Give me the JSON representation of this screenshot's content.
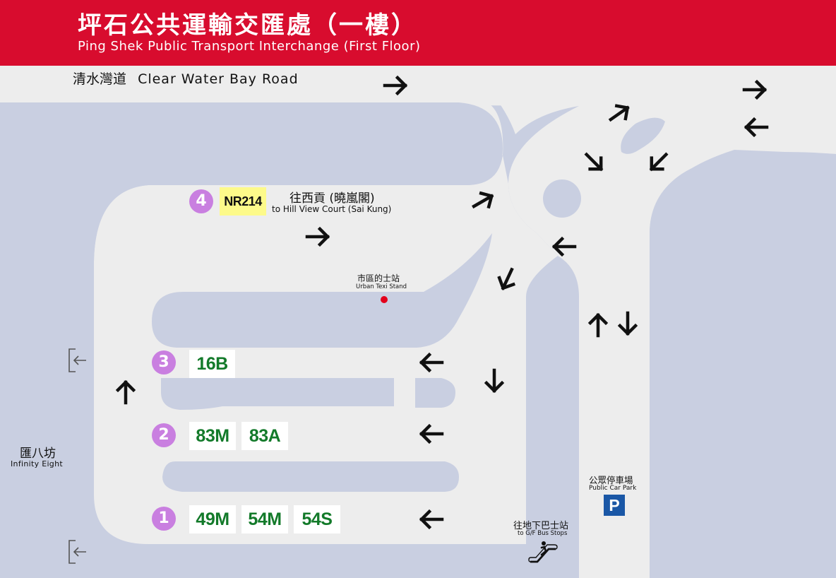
{
  "header": {
    "title_zh": "坪石公共運輸交匯處（一樓）",
    "title_en": "Ping Shek Public Transport Interchange (First Floor)",
    "background_color": "#d80c2e"
  },
  "road": {
    "label_zh": "清水灣道",
    "label_en": "Clear Water Bay Road"
  },
  "bays": [
    {
      "number": "4",
      "routes": [
        "NR214"
      ],
      "destination_zh": "往西貢 (曉嵐閣)",
      "destination_en": "to Hill View Court (Sai Kung)",
      "route_style": "night"
    },
    {
      "number": "3",
      "routes": [
        "16B"
      ]
    },
    {
      "number": "2",
      "routes": [
        "83M",
        "83A"
      ]
    },
    {
      "number": "1",
      "routes": [
        "49M",
        "54M",
        "54S"
      ]
    }
  ],
  "taxi_stand": {
    "label_zh": "市區的士站",
    "label_en": "Urban Texi Stand",
    "marker_color": "#e3001b"
  },
  "landmarks": {
    "infinity_eight": {
      "label_zh": "匯八坊",
      "label_en": "Infinity Eight"
    },
    "car_park": {
      "label_zh": "公眾停車場",
      "label_en": "Public Car Park",
      "icon_letter": "P",
      "icon_color": "#1a57a6"
    },
    "bus_stops": {
      "label_zh": "往地下巴士站",
      "label_en": "to G/F Bus Stops",
      "icon": "escalator-icon"
    }
  },
  "colors": {
    "road": "#ededed",
    "background": "#c9cfe1",
    "bay_badge": "#c97fe0",
    "route_text": "#137a2a",
    "night_route_bg": "#fdfa8a"
  },
  "arrows": [
    {
      "name": "arrow-right-icon",
      "direction": "right"
    },
    {
      "name": "arrow-left-icon",
      "direction": "left"
    },
    {
      "name": "arrow-up-icon",
      "direction": "up"
    },
    {
      "name": "arrow-down-icon",
      "direction": "down"
    },
    {
      "name": "arrow-up-right-icon",
      "direction": "up-right"
    },
    {
      "name": "arrow-down-right-icon",
      "direction": "down-right"
    },
    {
      "name": "arrow-down-left-icon",
      "direction": "down-left"
    }
  ]
}
